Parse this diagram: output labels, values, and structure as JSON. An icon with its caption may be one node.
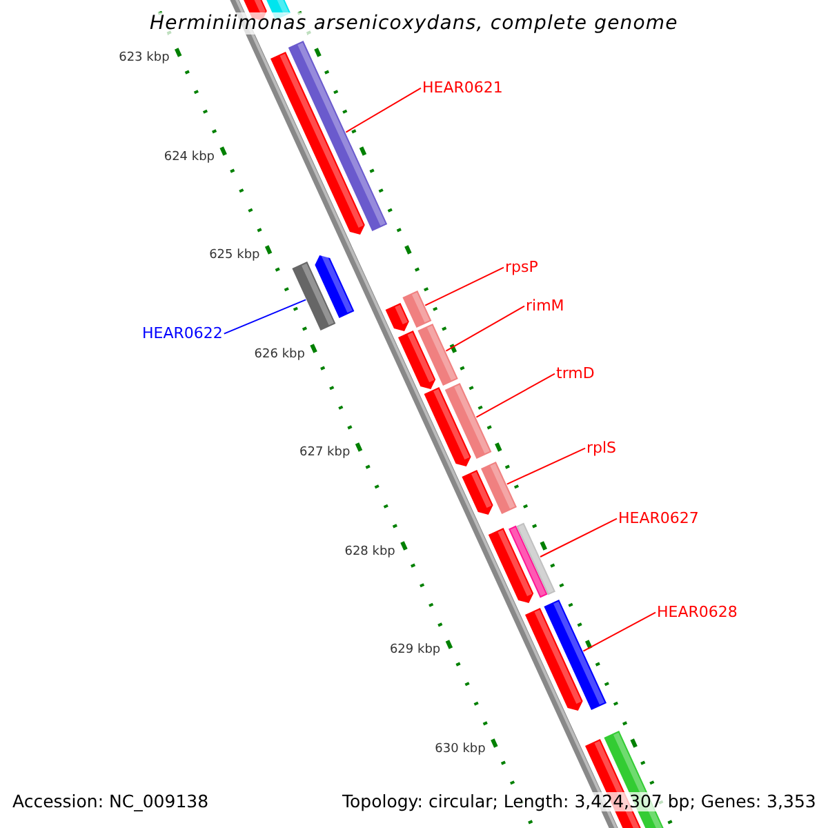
{
  "diagram": {
    "title": "Herminiimonas arsenicoxydans, complete genome",
    "nodes": [
      {
        "text": [
          "HEAR0621"
        ]
      },
      {
        "text": [],
        "shape": "bar"
      },
      {
        "text": [
          "HEAR0622"
        ]
      },
      {
        "text": [],
        "shape": "bar"
      },
      {
        "text": [
          "rpsP"
        ]
      },
      {
        "text": [],
        "shape": "bar"
      },
      {
        "text": [
          "rimM"
        ]
      },
      {
        "text": [],
        "shape": "bar"
      },
      {
        "text": [
          "trmD"
        ]
      },
      {
        "text": [],
        "shape": "bar"
      },
      {
        "text": [
          "rplS"
        ]
      },
      {
        "text": [],
        "shape": "bar"
      },
      {
        "text": [
          "HEAR0627"
        ]
      },
      {
        "text": [],
        "shape": "bar"
      },
      {
        "text": [
          "HEAR0628"
        ]
      },
      {
        "text": [],
        "shape": "bar"
      }
    ],
    "edges": [
      {
        "from": 0,
        "to": 1,
        "arrow": "none"
      },
      {
        "from": 2,
        "to": 3,
        "arrow": "none",
        "color": "#0000ff"
      },
      {
        "from": 4,
        "to": 5,
        "arrow": "none"
      },
      {
        "from": 6,
        "to": 7,
        "arrow": "none"
      },
      {
        "from": 8,
        "to": 9,
        "arrow": "none"
      },
      {
        "from": 10,
        "to": 11,
        "arrow": "none"
      },
      {
        "from": 12,
        "to": 13,
        "arrow": "none"
      },
      {
        "from": 14,
        "to": 15,
        "arrow": "none"
      }
    ],
    "labels": [
      "623 kbp",
      "624 kbp",
      "625 kbp",
      "626 kbp",
      "627 kbp",
      "628 kbp",
      "629 kbp",
      "630 kbp",
      "Accession: NC_009138",
      "Topology: circular; Length: 3,424,307 bp; Genes: 3,353"
    ]
  }
}
